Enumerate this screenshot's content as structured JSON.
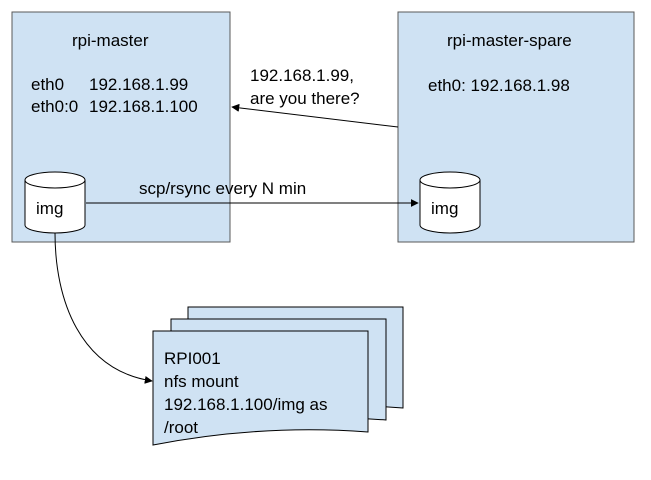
{
  "master": {
    "title": "rpi-master",
    "eth0_label": "eth0",
    "eth0_ip": "192.168.1.99",
    "eth00_label": "eth0:0",
    "eth00_ip": "192.168.1.100",
    "disk_label": "img"
  },
  "spare": {
    "title": "rpi-master-spare",
    "eth0": "eth0: 192.168.1.98",
    "disk_label": "img"
  },
  "ping": {
    "line1": "192.168.1.99,",
    "line2": "are you there?"
  },
  "sync_label": "scp/rsync every N min",
  "client": {
    "lines": [
      "RPI001",
      "nfs mount",
      "192.168.1.100/img as",
      "/root"
    ]
  },
  "colors": {
    "box_fill": "#cfe2f3",
    "stroke": "#595959",
    "page_fill": "#cfe2f3"
  }
}
